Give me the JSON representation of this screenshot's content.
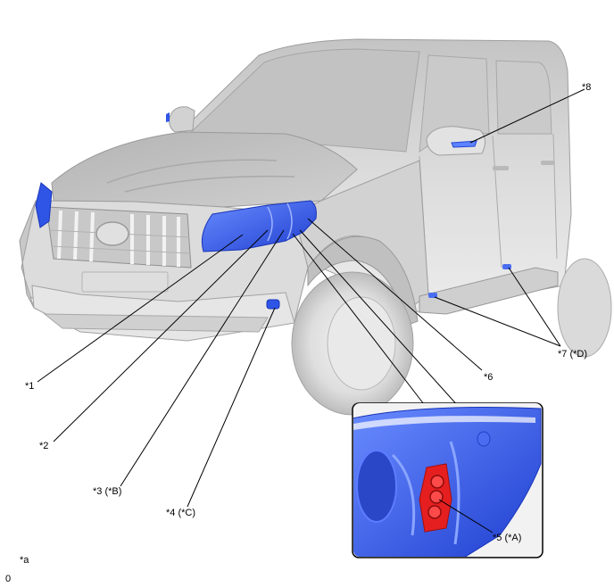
{
  "callouts": {
    "c1": "*1",
    "c2": "*2",
    "c3": "*3 (*B)",
    "c4": "*4 (*C)",
    "c5": "*5 (*A)",
    "c6": "*6",
    "c7": "*7 (*D)",
    "c8": "*8"
  },
  "legend": {
    "key": "*a",
    "value": "0"
  },
  "colors": {
    "body_gray": "#d4d4d4",
    "highlight_blue": "#2f55e6",
    "highlight_red": "#e51f1f",
    "line": "#000000"
  }
}
